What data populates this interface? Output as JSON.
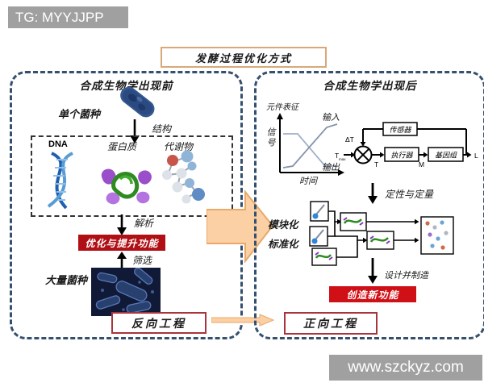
{
  "watermarks": {
    "tg": "TG: MYYJJPP",
    "site": "www.szckyz.com"
  },
  "title": "发酵过程优化方式",
  "left_panel": {
    "header": "合成生物学出现前",
    "single_strain_label": "单个菌种",
    "structure_label": "结构",
    "dna_label": "DNA",
    "protein_label": "蛋白质",
    "metabolite_label": "代谢物",
    "analyze_label": "解析",
    "optimize_box_label": "优化与提升功能",
    "screen_label": "筛选",
    "many_strains_label": "大量菌种",
    "reverse_box_label": "反向工程"
  },
  "right_panel": {
    "header": "合成生物学出现后",
    "characterization_label": "元件表征",
    "graph": {
      "ylabel": "信号",
      "xlabel": "时间",
      "input_label": "输入",
      "output_label": "输出"
    },
    "control": {
      "setpoint": "T",
      "setpoint_sub": "max",
      "delta_t": "ΔT",
      "sensor": "传感器",
      "actuator": "执行器",
      "genome": "基因组",
      "t": "T",
      "m": "M",
      "l": "L"
    },
    "quantify_label": "定性与定量",
    "modular_label": "模块化",
    "standard_label": "标准化",
    "design_label": "设计并制造",
    "create_box_label": "创造新功能",
    "forward_box_label": "正向工程"
  },
  "colors": {
    "panel_border": "#35506e",
    "dark_red": "#b01015",
    "bright_red": "#cf1016",
    "engineering_box_border": "#a8343c",
    "arrow_fill": "#fbd0a4",
    "arrow_stroke": "#e9a968",
    "badge_gray": "#a0a0a0",
    "title_border": "#d8a878"
  }
}
